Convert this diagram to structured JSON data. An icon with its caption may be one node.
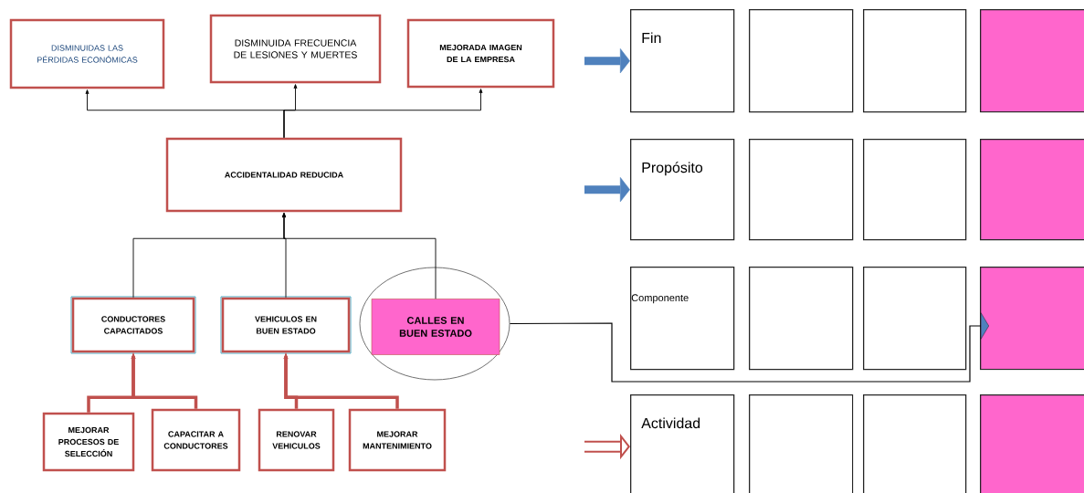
{
  "diagram": {
    "nodes": [
      {
        "text": [
          "DISMINUIDAS LAS PÉRDIDAS ECONÓMICAS"
        ]
      },
      {
        "text": [
          "DISMINUIDA FRECUENCIA DE LESIONES Y MUERTES"
        ]
      },
      {
        "text": [
          "MEJORADA IMAGEN DE LA EMPRESA"
        ]
      },
      {
        "text": [
          "ACCIDENTALIDAD REDUCIDA"
        ]
      },
      {
        "text": [
          "CONDUCTORES CAPACITADOS"
        ]
      },
      {
        "text": [
          "VEHICULOS EN BUEN ESTADO"
        ]
      },
      {
        "text": [],
        "shape": "ellipse"
      },
      {
        "text": [
          "CALLES EN BUEN ESTADO"
        ],
        "in": 6
      },
      {
        "text": [
          "MEJORAR PROCESOS DE SELECCIÓN"
        ]
      },
      {
        "text": [
          "CAPACITAR A CONDUCTORES"
        ]
      },
      {
        "text": [
          "RENOVAR VEHICULOS"
        ]
      },
      {
        "text": [
          "MEJORAR MANTENIMIENTO"
        ]
      },
      {
        "text": [
          "Fin"
        ]
      },
      {
        "text": [],
        "shape": "box"
      },
      {
        "text": [],
        "shape": "box"
      },
      {
        "text": [],
        "shape": "box"
      },
      {
        "text": [
          "Propósito"
        ]
      },
      {
        "text": [],
        "shape": "box"
      },
      {
        "text": [],
        "shape": "box"
      },
      {
        "text": [],
        "shape": "box"
      },
      {
        "text": [
          "Componente"
        ]
      },
      {
        "text": [],
        "shape": "box"
      },
      {
        "text": [],
        "shape": "box"
      },
      {
        "text": [],
        "shape": "box"
      },
      {
        "text": [
          "Actividad"
        ]
      },
      {
        "text": [],
        "shape": "box"
      },
      {
        "text": [],
        "shape": "box"
      },
      {
        "text": [],
        "shape": "box"
      }
    ],
    "edges": [
      {
        "from": 3,
        "to": 0,
        "arrow": "to"
      },
      {
        "from": 3,
        "to": 1,
        "arrow": "to"
      },
      {
        "from": 3,
        "to": 2,
        "arrow": "to"
      },
      {
        "from": 4,
        "to": 3,
        "arrow": "to"
      },
      {
        "from": 5,
        "to": 3,
        "arrow": "to"
      },
      {
        "from": 7,
        "to": 3,
        "arrow": "to"
      },
      {
        "from": 8,
        "to": 4,
        "arrow": "to",
        "style": "thick",
        "color": "#c0504d"
      },
      {
        "from": 9,
        "to": 4,
        "arrow": "to",
        "style": "thick",
        "color": "#c0504d"
      },
      {
        "from": 10,
        "to": 5,
        "arrow": "to",
        "style": "thick",
        "color": "#c0504d"
      },
      {
        "from": 11,
        "to": 5,
        "arrow": "to",
        "style": "thick",
        "color": "#c0504d"
      },
      {
        "from": 6,
        "to": 23,
        "arrow": "to"
      },
      {
        "from": null,
        "to": 12,
        "arrow": "to",
        "style": "thick",
        "color": "#4f81bd"
      },
      {
        "from": null,
        "to": 16,
        "arrow": "to",
        "style": "thick",
        "color": "#4f81bd"
      },
      {
        "from": null,
        "to": 24,
        "arrow": "to",
        "style": "thick",
        "color": "#c0504d"
      }
    ]
  }
}
